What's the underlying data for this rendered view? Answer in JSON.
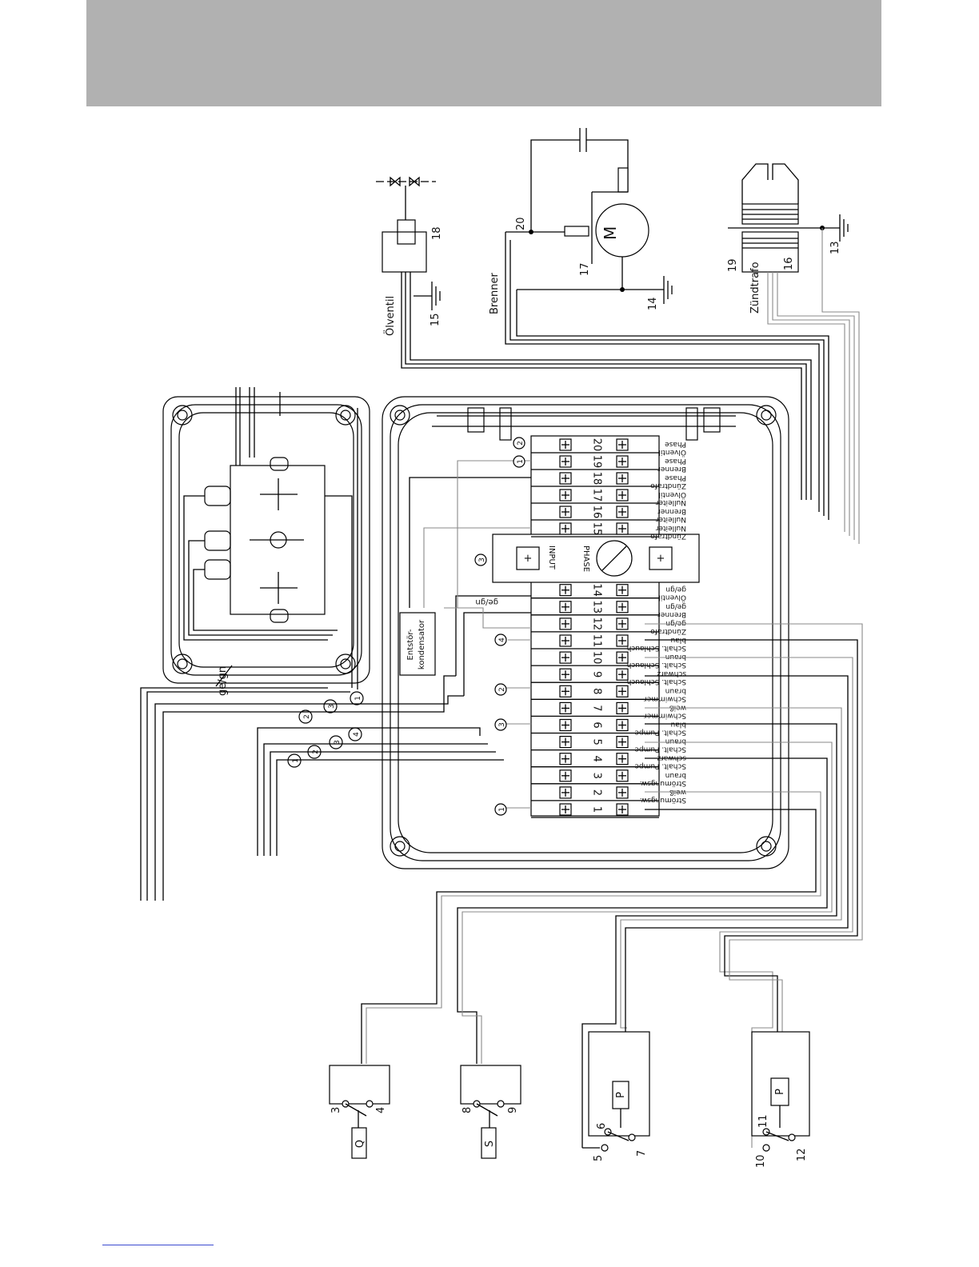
{
  "colors": {
    "header_band": "#b1b1b1",
    "footer_line": "#3b4bd0",
    "wire": "#000000",
    "wire_grey": "#8a8a8a"
  },
  "components": {
    "oelventil": {
      "name": "Ölventil",
      "num": "18",
      "ground": "15"
    },
    "brenner": {
      "name": "Brenner",
      "motor": "M",
      "num_top": "20",
      "num_mid": "17",
      "ground": "14"
    },
    "zuendtrafo": {
      "name": "Zündtrafo",
      "num_a": "19",
      "num_b": "16",
      "ground": "13"
    }
  },
  "terminal_numbers": [
    "1",
    "2",
    "3",
    "4",
    "5",
    "6",
    "7",
    "8",
    "9",
    "10",
    "11",
    "12",
    "13",
    "14",
    "15",
    "16",
    "17",
    "18",
    "19",
    "20"
  ],
  "terminal_labels": {
    "t20": [
      "Phase",
      "Ölventil"
    ],
    "t19": [
      "Phase",
      "Brenner"
    ],
    "t18": [
      "Phase",
      "Zündtrafo"
    ],
    "t17": [
      "Ölventil",
      "Nulleiter"
    ],
    "t16": [
      "Brenner",
      "Nulleiter"
    ],
    "t15": [
      "Nulleiter",
      "Zündtrafo"
    ],
    "t14": [
      "ge/gn",
      "Ölventil"
    ],
    "t13": [
      "ge/gn",
      "Brenner"
    ],
    "t12": [
      "ge/gn",
      "Zündtrafo"
    ],
    "t11": [
      "blau",
      "Schalt. Schlauch"
    ],
    "t10": [
      "braun",
      "Schalt. Schlauch"
    ],
    "t9": [
      "schwarz",
      "Schalt. Schlauch"
    ],
    "t8": [
      "braun",
      "Schwimmer"
    ],
    "t7": [
      "weiß",
      "Schwimmer"
    ],
    "t6": [
      "blau",
      "Schalt. Pumpe"
    ],
    "t5": [
      "braun",
      "Schalt. Pumpe"
    ],
    "t4": [
      "schwarz",
      "Schalt. Pumpe"
    ],
    "t3": [
      "braun",
      "Strömungsw."
    ],
    "t2": [
      "weiß",
      "Strömungsw."
    ]
  },
  "switch_block": {
    "input": "INPUT",
    "phase": "PHASE",
    "plus": "+"
  },
  "capacitor": {
    "line1": "Entstör-",
    "line2": "kondensator"
  },
  "cable_label_main": "ge/gn",
  "cable_label_side": "ge/gn",
  "circled": {
    "c1": "1",
    "c2": "2",
    "c3": "3",
    "c4": "4"
  },
  "sensors": {
    "q": {
      "symbol": "Q",
      "a": "3",
      "b": "4"
    },
    "s": {
      "symbol": "S",
      "a": "8",
      "b": "9"
    },
    "p1": {
      "symbol": "P",
      "a": "5",
      "b": "6",
      "c": "7"
    },
    "p2": {
      "symbol": "P",
      "a": "10",
      "b": "11",
      "c": "12"
    }
  }
}
